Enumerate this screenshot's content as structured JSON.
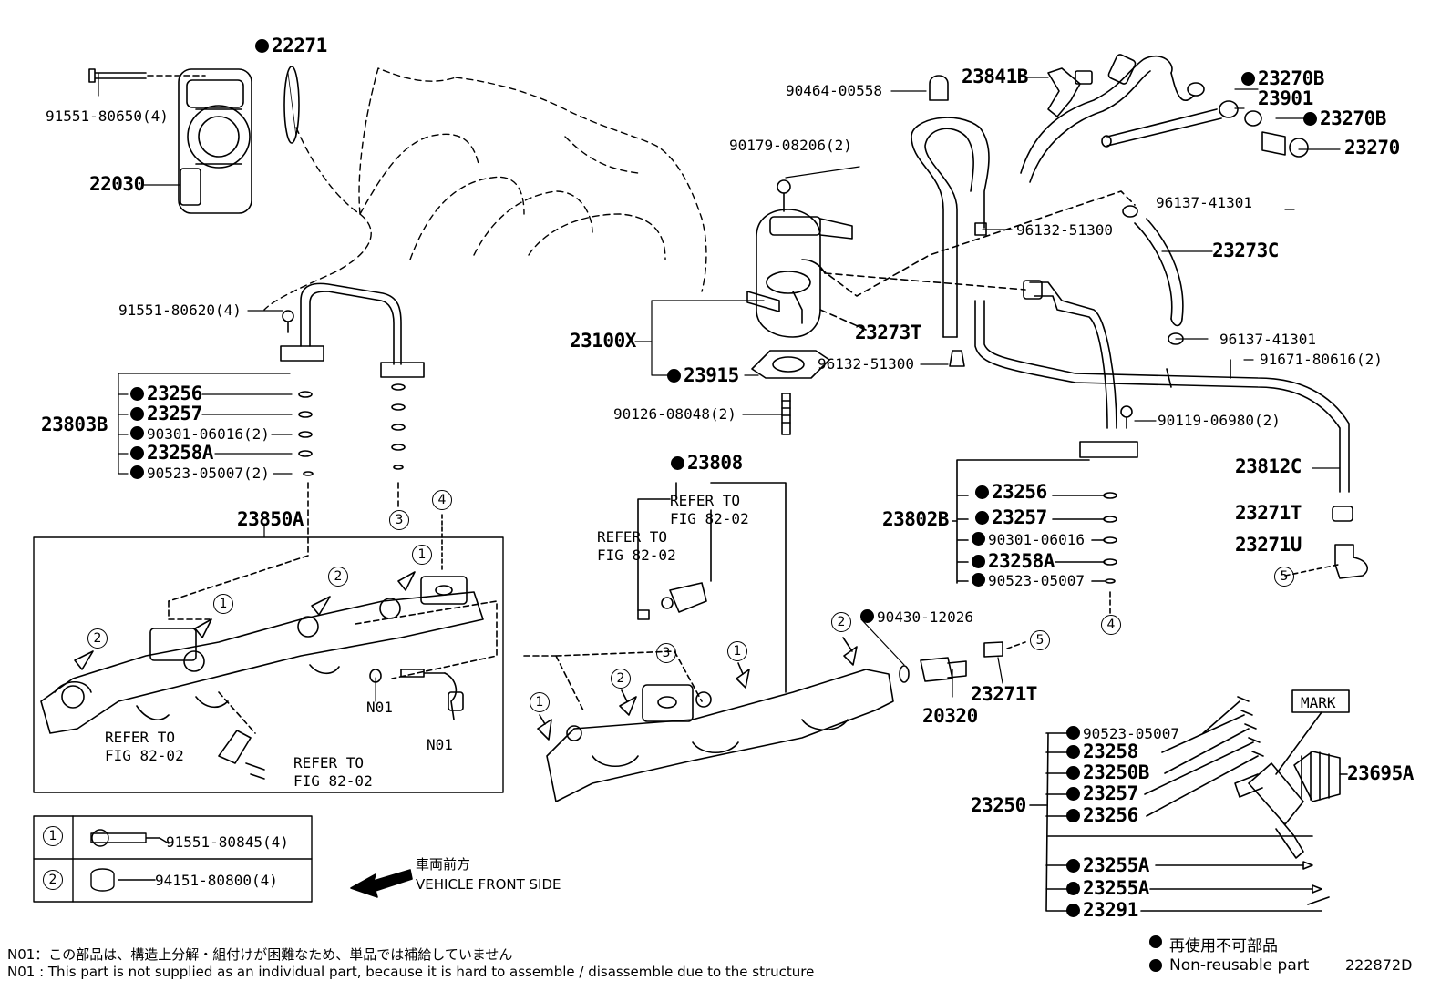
{
  "labels": {
    "p22271": "22271",
    "p91551_80650": "91551-80650(4)",
    "p22030": "22030",
    "p91551_80620": "91551-80620(4)",
    "p23803B": "23803B",
    "p23256_a": "23256",
    "p23257_a": "23257",
    "p90301_a": "90301-06016(2)",
    "p23258A_a": "23258A",
    "p90523_a": "90523-05007(2)",
    "p23850A": "23850A",
    "p90464": "90464-00558",
    "p23841B": "23841B",
    "p90179": "90179-08206(2)",
    "p23100X": "23100X",
    "p23915": "23915",
    "p90126": "90126-08048(2)",
    "p23273T": "23273T",
    "p96132_top": "96132-51300",
    "p96132_bot": "96132-51300",
    "p23270B_top": "23270B",
    "p23901": "23901",
    "p23270B_bot": "23270B",
    "p23270": "23270",
    "p96137_top": "96137-41301",
    "p23273C": "23273C",
    "p96137_bot": "96137-41301",
    "p91671": "91671-80616(2)",
    "p90119": "90119-06980(2)",
    "p23812C": "23812C",
    "p23802B": "23802B",
    "p23256_b": "23256",
    "p23257_b": "23257",
    "p90301_b": "90301-06016",
    "p23258A_b": "23258A",
    "p90523_b": "90523-05007",
    "p23271T_a": "23271T",
    "p23271U": "23271U",
    "p23808": "23808",
    "p90430": "90430-12026",
    "p20320": "20320",
    "p23271T_b": "23271T",
    "p90523_c": "90523-05007",
    "p23258": "23258",
    "p23250B": "23250B",
    "p23257_c": "23257",
    "p23256_c": "23256",
    "p23250": "23250",
    "p23695A": "23695A",
    "p23255A_a": "23255A",
    "p23255A_b": "23255A",
    "p23291": "23291",
    "mark": "MARK",
    "n01_a": "N01",
    "n01_b": "N01"
  },
  "refer": {
    "r1_line1": "REFER TO",
    "r1_line2": "FIG 82-02",
    "r2_line1": "REFER TO",
    "r2_line2": "FIG 82-02",
    "r3_line1": "REFER TO",
    "r3_line2": "FIG 82-02",
    "r4_line1": "REFER TO",
    "r4_line2": "FIG 82-02"
  },
  "legend_table": {
    "rows": [
      {
        "key": "1",
        "part": "91551-80845(4)"
      },
      {
        "key": "2",
        "part": "94151-80800(4)"
      }
    ]
  },
  "circled_refs": [
    "1",
    "2",
    "3",
    "4",
    "5"
  ],
  "front": {
    "jp": "車両前方",
    "en": "VEHICLE FRONT SIDE"
  },
  "footnotes": {
    "jp": "N01：この部品は、構造上分解・組付けが困難なため、単品では補給していません",
    "en": "N01 : This part is not supplied as an individual part, because it is hard to assemble / disassemble due to the structure"
  },
  "key_legend": {
    "jp": "再使用不可部品",
    "en": "Non-reusable part"
  },
  "diagram_id": "222872D"
}
